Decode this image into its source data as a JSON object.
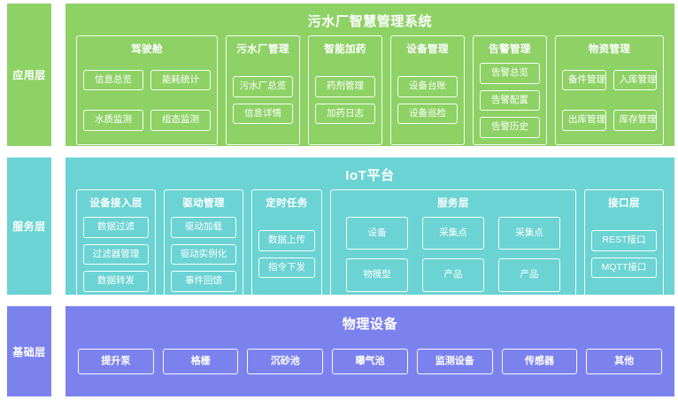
{
  "layers": [
    {
      "side_label": "应用层",
      "title": "污水厂智慧管理系统",
      "color": "#8ed266",
      "groups": [
        {
          "title": "驾驶舱",
          "items": [
            "信息总览",
            "能耗统计",
            "水质监测",
            "组态监测"
          ]
        },
        {
          "title": "污水厂管理",
          "items": [
            "污水厂总览",
            "信息详情"
          ]
        },
        {
          "title": "智能加药",
          "items": [
            "药剂管理",
            "加药日志"
          ]
        },
        {
          "title": "设备管理",
          "items": [
            "设备台账",
            "设备巡检"
          ]
        },
        {
          "title": "告警管理",
          "items": [
            "告警总览",
            "告警配置",
            "告警历史"
          ]
        },
        {
          "title": "物资管理",
          "items": [
            "备件管理",
            "入库管理",
            "出库管理",
            "库存管理"
          ]
        }
      ]
    },
    {
      "side_label": "服务层",
      "title": "IoT平台",
      "color": "#6bd3d3",
      "groups": [
        {
          "title": "设备接入层",
          "items": [
            "数据过滤",
            "过滤器管理",
            "数据转发"
          ]
        },
        {
          "title": "驱动管理",
          "items": [
            "驱动加载",
            "驱动实例化",
            "事件回馈"
          ]
        },
        {
          "title": "定时任务",
          "items": [
            "数据上传",
            "指令下发"
          ]
        },
        {
          "title": "服务层",
          "items": [
            "设备",
            "采集点",
            "采集点",
            "物模型",
            "产品",
            "产品"
          ]
        },
        {
          "title": "接口层",
          "items": [
            "REST接口",
            "MQTT接口"
          ]
        }
      ]
    },
    {
      "side_label": "基础层",
      "title": "物理设备",
      "color": "#7b82ee",
      "items": [
        "提升泵",
        "格栅",
        "沉砂池",
        "曝气池",
        "监测设备",
        "传感器",
        "其他"
      ]
    }
  ]
}
